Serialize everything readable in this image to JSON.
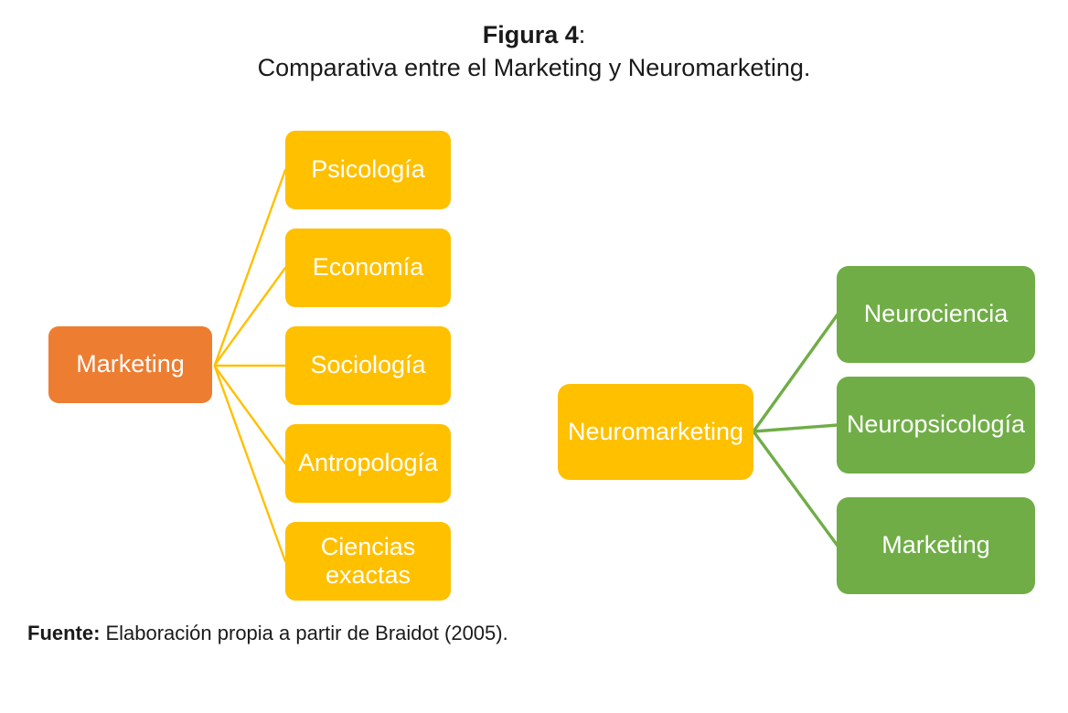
{
  "figure": {
    "label": "Figura 4",
    "colon": ":",
    "subtitle": "Comparativa entre el Marketing y Neuromarketing."
  },
  "marketing_diagram": {
    "root": "Marketing",
    "children": [
      "Psicología",
      "Economía",
      "Sociología",
      "Antropología",
      "Ciencias exactas"
    ]
  },
  "neuromarketing_diagram": {
    "root": "Neuromarketing",
    "children": [
      "Neurociencia",
      "Neuropsicología",
      "Marketing"
    ]
  },
  "source": {
    "label": "Fuente:",
    "text": "Elaboración propia a partir de Braidot (2005)."
  },
  "colors": {
    "root_orange": "#ED7D31",
    "gold": "#FFC000",
    "green": "#70AD47",
    "text_on_box": "#FFFFFF",
    "body_text": "#1A1A1A",
    "background": "#FFFFFF"
  }
}
